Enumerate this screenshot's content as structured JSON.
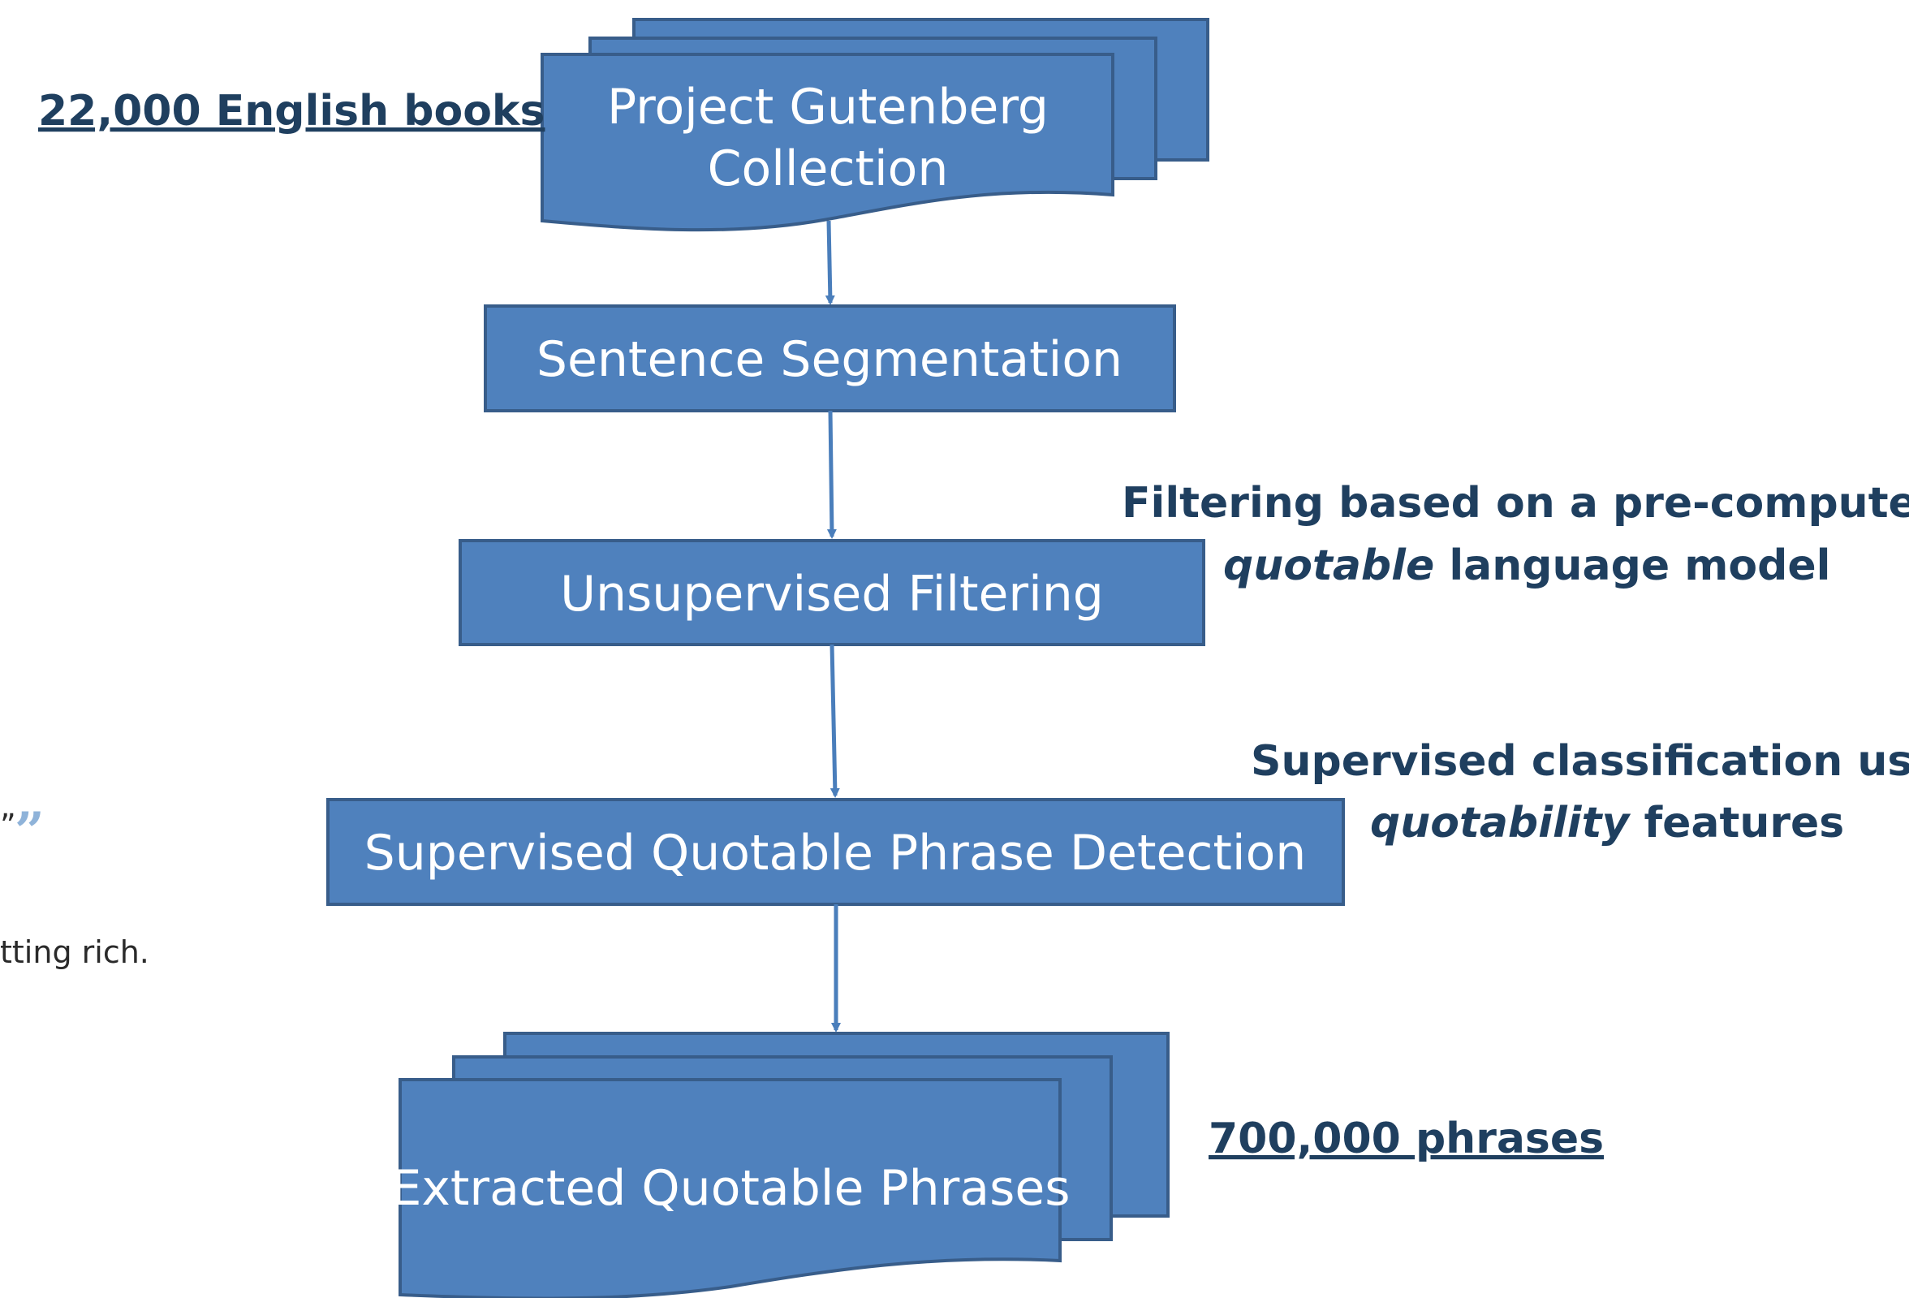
{
  "nodes": {
    "source": {
      "line1": "Project Gutenberg",
      "line2": "Collection"
    },
    "segmentation": "Sentence Segmentation",
    "unsupervised": "Unsupervised Filtering",
    "supervised": "Supervised Quotable Phrase Detection",
    "output": "Extracted Quotable Phrases"
  },
  "annotations": {
    "source_count": "22,000 English books",
    "filtering_prefix": "Filtering based on a pre-computed",
    "filtering_italic": "quotable",
    "filtering_suffix": " language model",
    "classification_prefix": "Supervised classification using",
    "classification_italic": "quotability",
    "classification_suffix": " features",
    "output_count": "700,000 phrases"
  },
  "background_fragments": {
    "quote_mark": "”",
    "quote_glyph": "”",
    "text": "tting rich."
  },
  "colors": {
    "box_fill": "#4f81bd",
    "box_stroke": "#385d8a",
    "arrow": "#4a7ebb",
    "annotation_text": "#1f3f5f"
  }
}
